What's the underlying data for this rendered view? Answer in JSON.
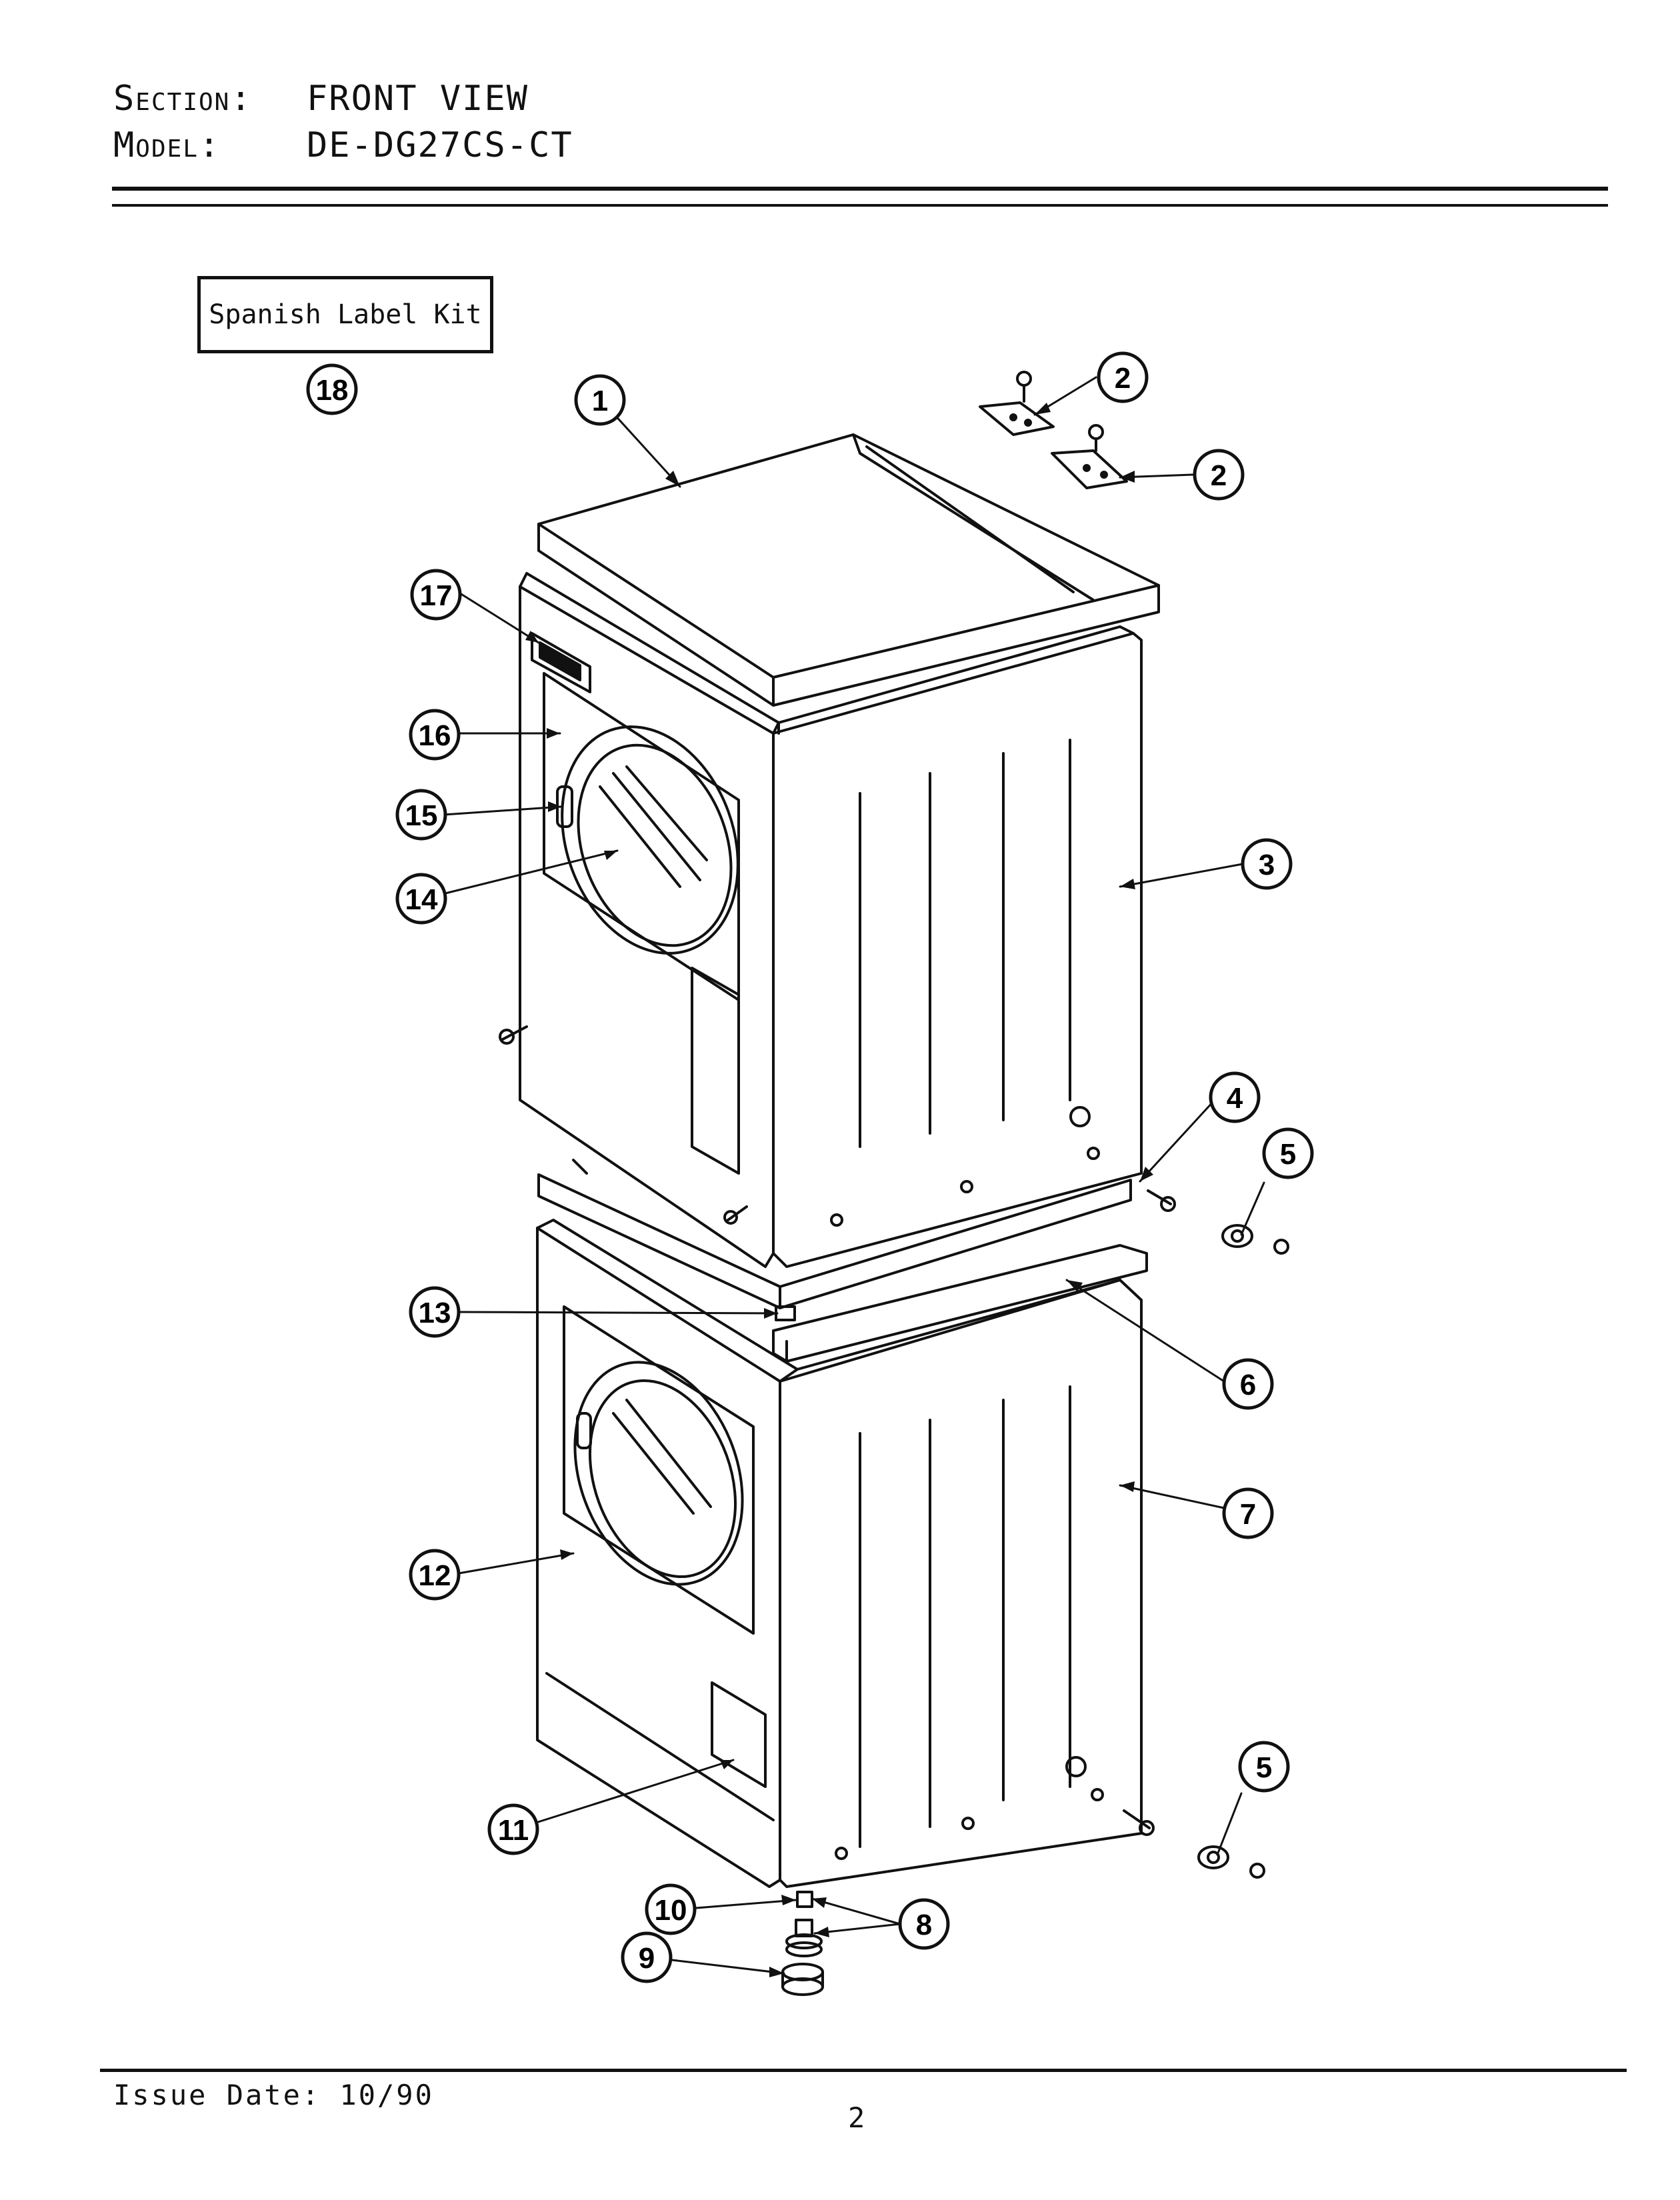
{
  "header": {
    "section_key": "Section:",
    "section_value": "FRONT VIEW",
    "model_key": "Model:",
    "model_value": "DE-DG27CS-CT"
  },
  "kit_label": "Spanish Label Kit",
  "callouts": [
    {
      "id": "c1",
      "number": "1"
    },
    {
      "id": "c2a",
      "number": "2"
    },
    {
      "id": "c2b",
      "number": "2"
    },
    {
      "id": "c3",
      "number": "3"
    },
    {
      "id": "c4",
      "number": "4"
    },
    {
      "id": "c5a",
      "number": "5"
    },
    {
      "id": "c5b",
      "number": "5"
    },
    {
      "id": "c6",
      "number": "6"
    },
    {
      "id": "c7",
      "number": "7"
    },
    {
      "id": "c8",
      "number": "8"
    },
    {
      "id": "c9",
      "number": "9"
    },
    {
      "id": "c10",
      "number": "10"
    },
    {
      "id": "c11",
      "number": "11"
    },
    {
      "id": "c12",
      "number": "12"
    },
    {
      "id": "c13",
      "number": "13"
    },
    {
      "id": "c14",
      "number": "14"
    },
    {
      "id": "c15",
      "number": "15"
    },
    {
      "id": "c16",
      "number": "16"
    },
    {
      "id": "c17",
      "number": "17"
    },
    {
      "id": "c18",
      "number": "18"
    }
  ],
  "footer": {
    "issue_date": "Issue Date: 10/90",
    "page_number": "2"
  }
}
